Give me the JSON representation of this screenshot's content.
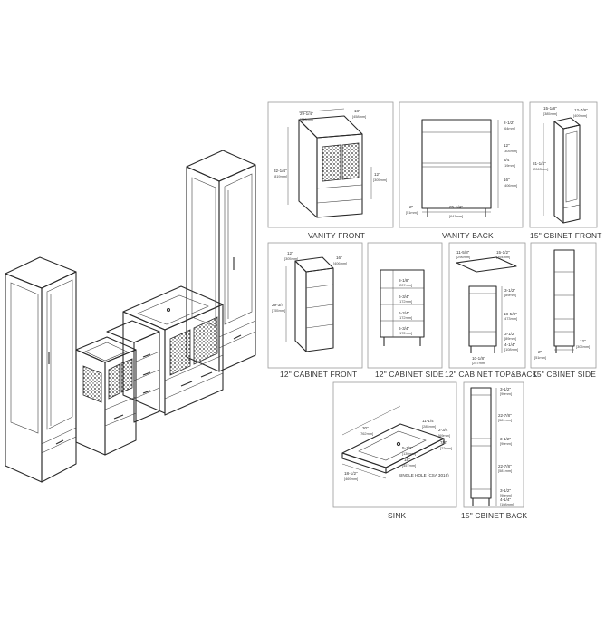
{
  "captions": {
    "vanity_front": "VANITY FRONT",
    "vanity_back": "VANITY BACK",
    "cabinet15_front": "15\" CBINET FRONT",
    "cabinet12_front": "12\" CABINET FRONT",
    "cabinet12_side": "12\" CABINET SIDE",
    "cabinet12_topback": "12\" CABINET TOP&BACK",
    "cabinet15_side": "15\" CBINET SIDE",
    "sink": "SINK",
    "cabinet15_back": "15\" CBINET BACK"
  },
  "vanity_front_dims": {
    "width": "29-1/4\"",
    "width_mm": "[743mm]",
    "depth": "18\"",
    "depth_mm": "[458mm]",
    "height": "32-1/4\"",
    "height_mm": "[819mm]",
    "drawer": "12\"",
    "drawer_mm": "[305mm]"
  },
  "vanity_back_dims": {
    "top": "2-1/2\"",
    "top_mm": "[64mm]",
    "gap1": "12\"",
    "gap1_mm": "[305mm]",
    "shelf": "3/4\"",
    "shelf_mm": "[19mm]",
    "gap2": "16\"",
    "gap2_mm": "[406mm]",
    "leg": "2\"",
    "leg_mm": "[51mm]",
    "width": "25-1/4\"",
    "width_mm": "[641mm]"
  },
  "cabinet15_front_dims": {
    "width": "15-1/8\"",
    "width_mm": "[385mm]",
    "depth": "12-7/8\"",
    "depth_mm": "[409mm]",
    "height": "81-1/4\"",
    "height_mm": "[2063mm]"
  },
  "cabinet12_front_dims": {
    "width": "12\"",
    "width_mm": "[305mm]",
    "depth": "16\"",
    "depth_mm": "[406mm]",
    "height": "29-3/4\"",
    "height_mm": "[755mm]"
  },
  "cabinet12_side_dims": {
    "d1": "8-1/8\"",
    "d1_mm": "[207mm]",
    "d2": "6-3/4\"",
    "d2_mm": "[172mm]",
    "d3": "6-3/4\"",
    "d3_mm": "[172mm]",
    "d4": "6-3/4\"",
    "d4_mm": "[172mm]"
  },
  "cabinet12_topback_dims": {
    "top_w": "11-5/8\"",
    "top_w_mm": "[296mm]",
    "top_d": "15-1/2\"",
    "top_d_mm": "[394mm]",
    "b1": "3-1/2\"",
    "b1_mm": "[89mm]",
    "b2": "18-5/8\"",
    "b2_mm": "[473mm]",
    "b3": "3-1/2\"",
    "b3_mm": "[89mm]",
    "b4": "4-1/4\"",
    "b4_mm": "[108mm]",
    "bw": "10-1/8\"",
    "bw_mm": "[257mm]"
  },
  "cabinet15_side_dims": {
    "leg": "2\"",
    "leg_mm": "[51mm]",
    "depth": "12\"",
    "depth_mm": "[305mm]"
  },
  "sink_dims": {
    "width": "30\"",
    "width_mm": "[762mm]",
    "depth": "18-1/2\"",
    "depth_mm": "[469mm]",
    "bowl": "18\"",
    "bowl_mm": "[457mm]",
    "edge": "11-1/4\"",
    "edge_mm": "[285mm]",
    "thick": "2-3/4\"",
    "thick_mm": "[69mm]",
    "lip": "7/8\"",
    "lip_mm": "[22mm]",
    "hole": "5-1/2\"",
    "hole_mm": "[139mm]",
    "note": "SINGLE HOLE (CSA 3016)"
  },
  "cabinet15_back_dims": {
    "b1": "3-1/2\"",
    "b1_mm": "[90mm]",
    "b2": "22-7/8\"",
    "b2_mm": "[581mm]",
    "b3": "3-1/2\"",
    "b3_mm": "[90mm]",
    "b4": "22-7/8\"",
    "b4_mm": "[581mm]",
    "b5": "3-1/2\"",
    "b5_mm": "[90mm]",
    "b6": "4-1/4\"",
    "b6_mm": "[108mm]"
  }
}
